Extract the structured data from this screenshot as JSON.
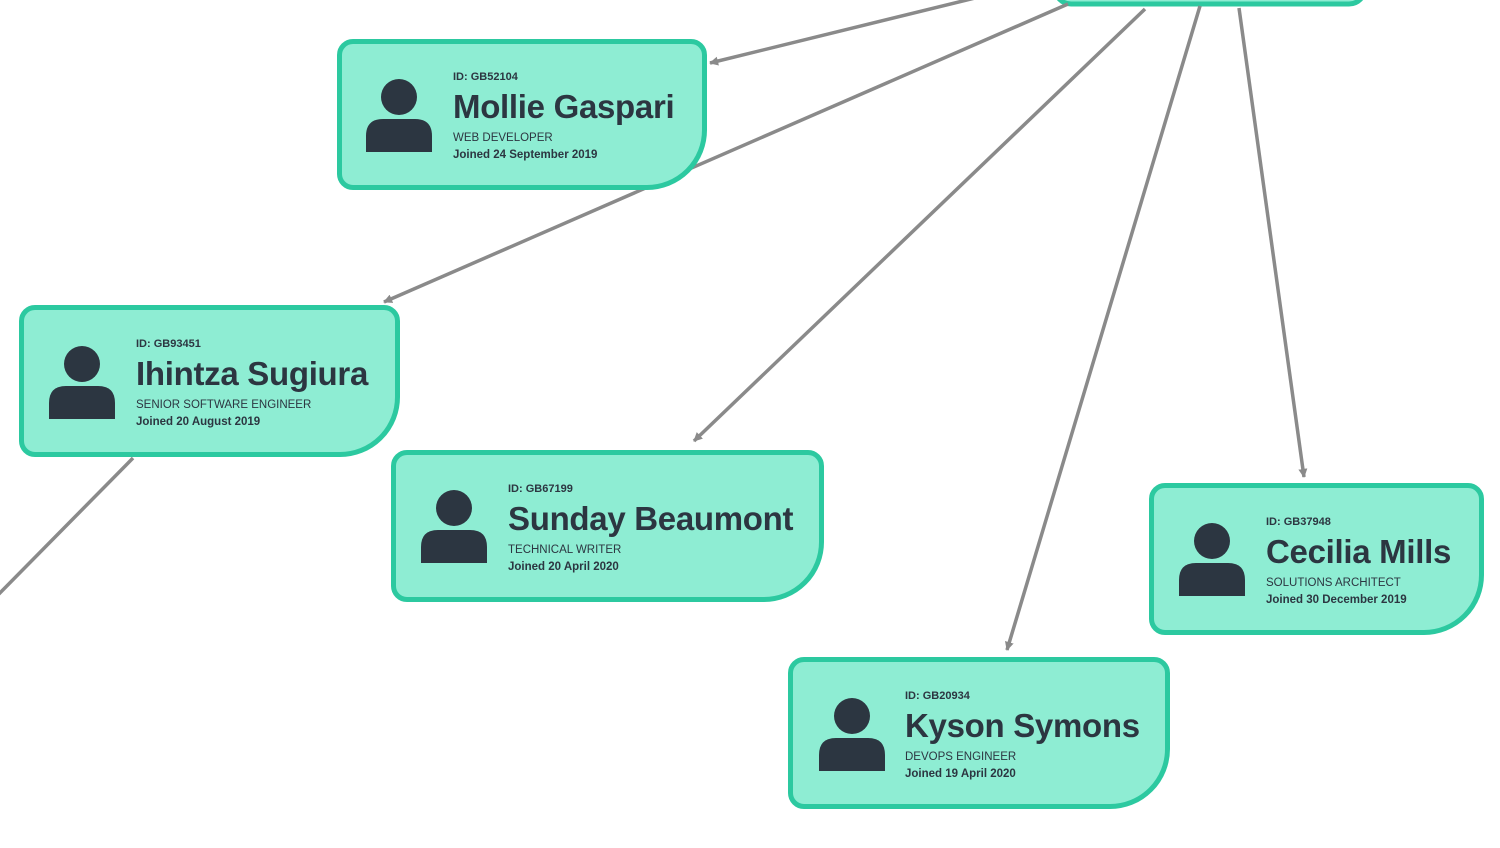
{
  "colors": {
    "card_fill": "#8eedd3",
    "card_border": "#2cc9a0",
    "text": "#2c3641",
    "edge": "#8a8a8a"
  },
  "employees": [
    {
      "key": "mollie",
      "id_label": "ID: GB52104",
      "name": "Mollie Gaspari",
      "role": "WEB DEVELOPER",
      "joined": "Joined 24 September 2019",
      "icon": "user-icon"
    },
    {
      "key": "ihintza",
      "id_label": "ID: GB93451",
      "name": "Ihintza Sugiura",
      "role": "SENIOR SOFTWARE ENGINEER",
      "joined": "Joined 20 August 2019",
      "icon": "user-icon"
    },
    {
      "key": "sunday",
      "id_label": "ID: GB67199",
      "name": "Sunday Beaumont",
      "role": "TECHNICAL WRITER",
      "joined": "Joined 20 April 2020",
      "icon": "user-icon"
    },
    {
      "key": "cecilia",
      "id_label": "ID: GB37948",
      "name": "Cecilia Mills",
      "role": "SOLUTIONS ARCHITECT",
      "joined": "Joined 30 December 2019",
      "icon": "user-icon"
    },
    {
      "key": "kyson",
      "id_label": "ID: GB20934",
      "name": "Kyson Symons",
      "role": "DEVOPS ENGINEER",
      "joined": "Joined 19 April 2020",
      "icon": "user-icon"
    }
  ],
  "edges": [
    {
      "from": "offscreen-parent",
      "to": "mollie"
    },
    {
      "from": "offscreen-parent",
      "to": "ihintza"
    },
    {
      "from": "offscreen-parent",
      "to": "sunday"
    },
    {
      "from": "offscreen-parent",
      "to": "kyson"
    },
    {
      "from": "offscreen-parent",
      "to": "cecilia"
    },
    {
      "from": "ihintza",
      "to": "offscreen-child"
    }
  ]
}
